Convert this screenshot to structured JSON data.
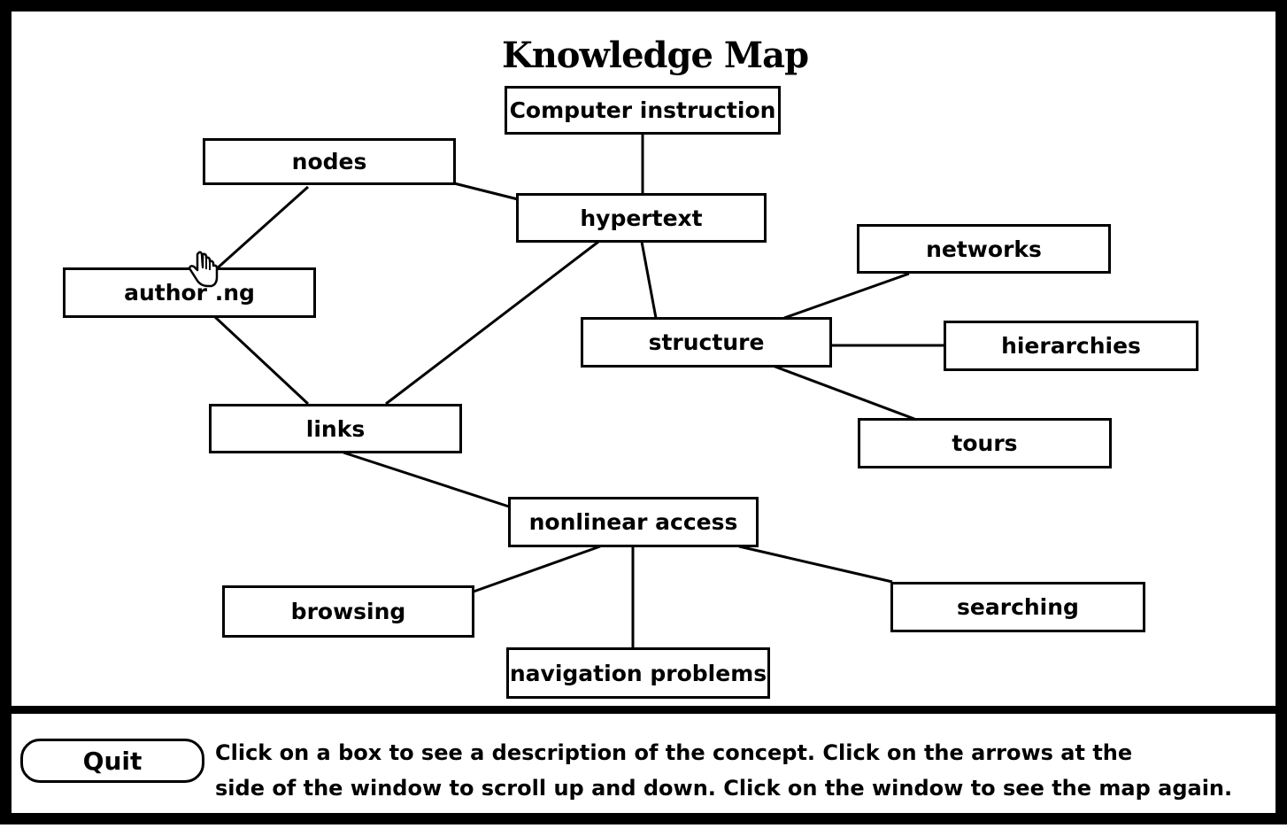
{
  "map": {
    "title": "Knowledge Map",
    "nodes": {
      "computer_instruction": "Computer instruction",
      "nodes": "nodes",
      "hypertext": "hypertext",
      "networks": "networks",
      "authoring": "author .ng",
      "structure": "structure",
      "hierarchies": "hierarchies",
      "links": "links",
      "tours": "tours",
      "nonlinear_access": "nonlinear access",
      "browsing": "browsing",
      "searching": "searching",
      "navigation_problems": "navigation problems"
    }
  },
  "status_bar": {
    "quit_label": "Quit",
    "instruction_line_1": "Click on a box to see a description of the concept.  Click on the arrows at the",
    "instruction_line_2": "side of the window to scroll up and down.  Click on the window to see the map again."
  },
  "colors": {
    "foreground": "#000000",
    "background": "#ffffff"
  },
  "icons": {
    "cursor": "hand-pointer-icon"
  }
}
